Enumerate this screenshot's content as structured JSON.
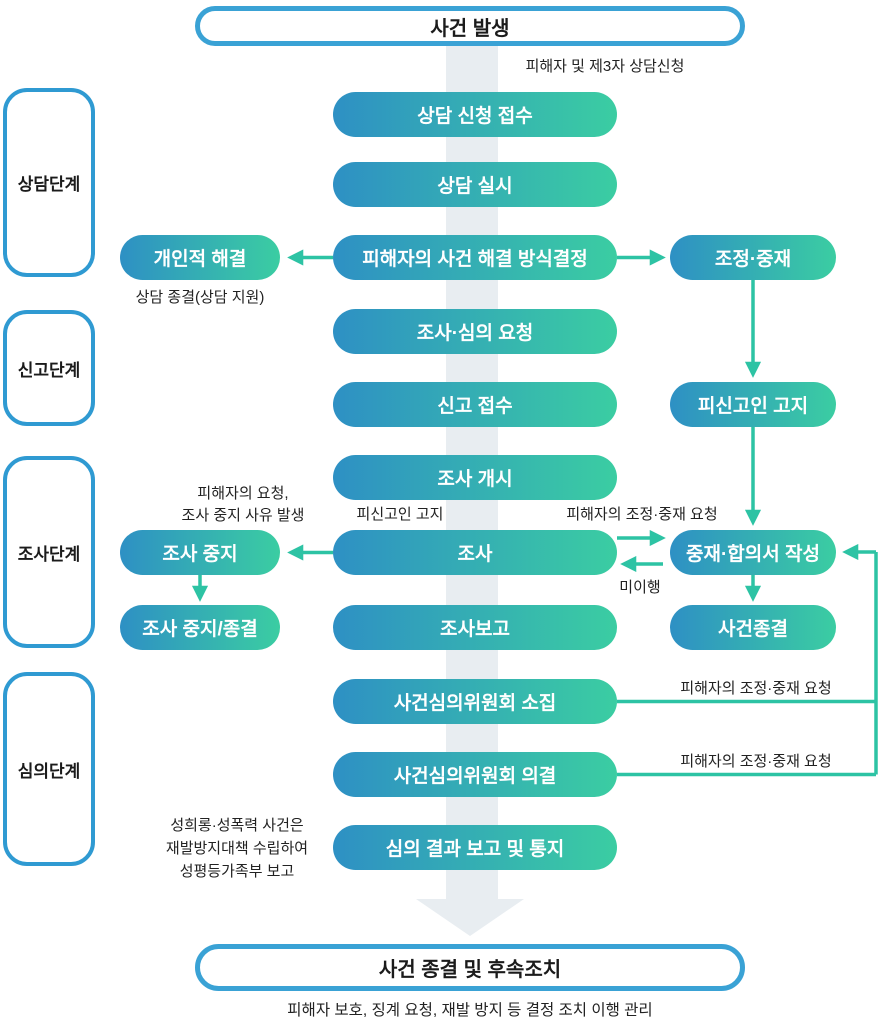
{
  "colors": {
    "node_gradient_start": "#2E90C4",
    "node_gradient_end": "#3BCDA2",
    "outline_blue": "#3AA2D5",
    "connector_teal": "#2DC3A4",
    "flow_band_gray": "#E8EDF1",
    "label_text": "#222222",
    "node_text": "#FFFFFF"
  },
  "diagram": {
    "start_node": "사건 발생",
    "start_annotation": "피해자 및 제3자 상담신청",
    "stages": [
      {
        "label": "상담단계"
      },
      {
        "label": "신고단계"
      },
      {
        "label": "조사단계"
      },
      {
        "label": "심의단계"
      }
    ],
    "center_nodes": [
      "상담 신청 접수",
      "상담 실시",
      "피해자의 사건 해결 방식결정",
      "조사·심의 요청",
      "신고 접수",
      "조사 개시",
      "조사",
      "조사보고",
      "사건심의위원회 소집",
      "사건심의위원회 의결",
      "심의 결과 보고 및 통지"
    ],
    "left_nodes": [
      "개인적 해결",
      "조사 중지",
      "조사 중지/종결"
    ],
    "right_nodes": [
      "조정·중재",
      "피신고인 고지",
      "중재·합의서 작성",
      "사건종결"
    ],
    "annotations": {
      "counsel_end": "상담 종결(상담 지원)",
      "stop_line1": "피해자의 요청,",
      "stop_line2": "조사 중지 사유 발생",
      "notify_respondent": "피신고인 고지",
      "mediation_request": "피해자의 조정·중재 요청",
      "non_compliance": "미이행",
      "report_line1": "성희롱·성폭력 사건은",
      "report_line2": "재발방지대책 수립하여",
      "report_line3": "성평등가족부 보고"
    },
    "end_node": "사건 종결 및 후속조치",
    "end_annotation": "피해자 보호, 징계 요청, 재발 방지 등 결정 조치 이행 관리"
  }
}
